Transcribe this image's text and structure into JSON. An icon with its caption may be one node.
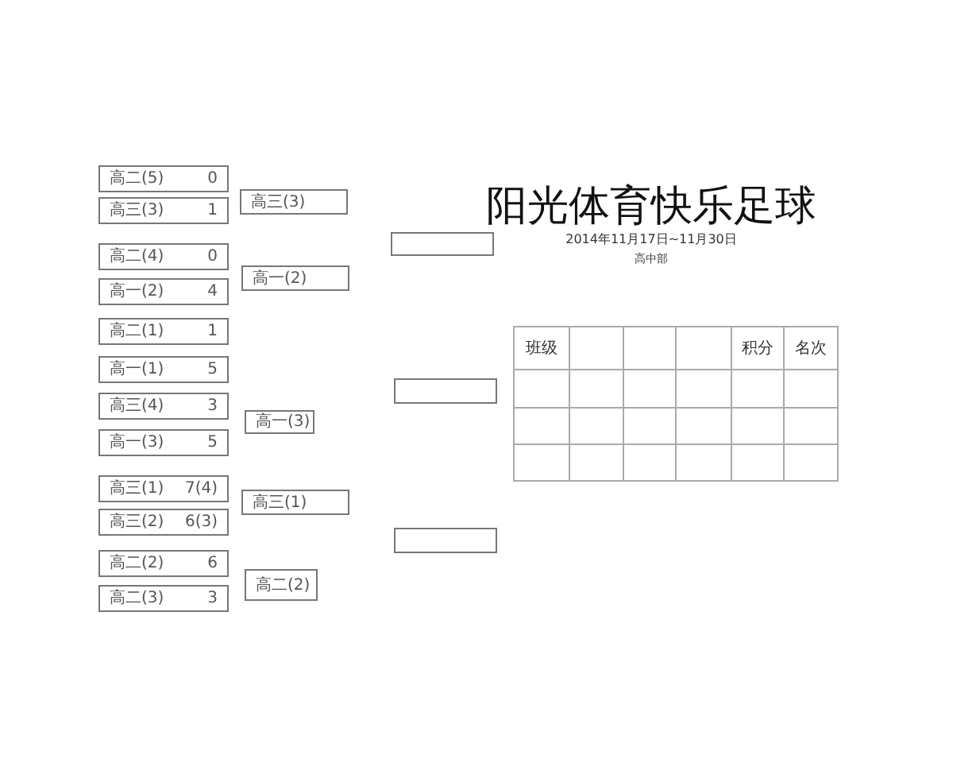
{
  "diagram": {
    "title": "阳光体育快乐足球",
    "nodes": [
      {
        "text": [
          "高二(5)",
          "0"
        ]
      },
      {
        "text": [
          "高三(3)",
          "1"
        ]
      },
      {
        "text": [
          "高二(4)",
          "0"
        ]
      },
      {
        "text": [
          "高一(2)",
          "4"
        ]
      },
      {
        "text": [
          "高二(1)",
          "1"
        ]
      },
      {
        "text": [
          "高一(1)",
          "5"
        ]
      },
      {
        "text": [
          "高三(4)",
          "3"
        ]
      },
      {
        "text": [
          "高一(3)",
          "5"
        ]
      },
      {
        "text": [
          "高三(1)",
          "7(4)"
        ]
      },
      {
        "text": [
          "高三(2)",
          "6(3)"
        ]
      },
      {
        "text": [
          "高二(2)",
          "6"
        ]
      },
      {
        "text": [
          "高二(3)",
          "3"
        ]
      },
      {
        "text": [
          "高三(3)"
        ]
      },
      {
        "text": [
          "高一(2)"
        ]
      },
      {
        "text": [
          "高一(3)"
        ]
      },
      {
        "text": [
          "高三(1)"
        ]
      },
      {
        "text": [
          "高二(2)"
        ]
      },
      {
        "text": [],
        "shape": "box"
      },
      {
        "text": [],
        "shape": "box"
      },
      {
        "text": [],
        "shape": "box"
      }
    ],
    "labels": [
      "2014年11月17日~11月30日",
      "高中部",
      "班级",
      "积分",
      "名次"
    ]
  }
}
